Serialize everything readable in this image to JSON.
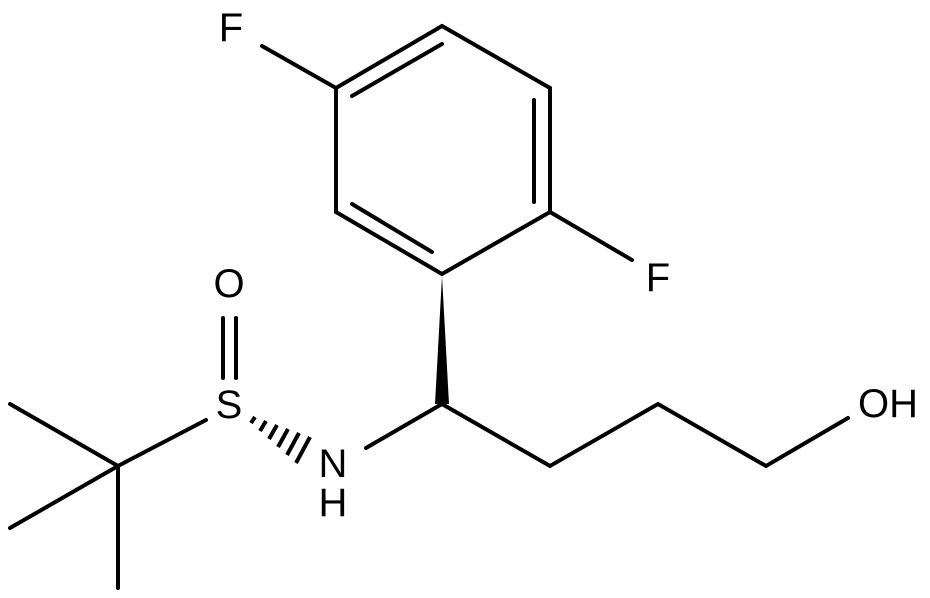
{
  "molecule": {
    "atoms": {
      "fluorine_top": "F",
      "fluorine_ring": "F",
      "oxygen_sulfinyl": "O",
      "sulfur": "S",
      "nitrogen": "N",
      "hydrogen_nh": "H",
      "hydroxyl": "OH"
    },
    "stereo": {
      "c_to_aryl": "wedge",
      "s_to_n": "hash"
    }
  }
}
